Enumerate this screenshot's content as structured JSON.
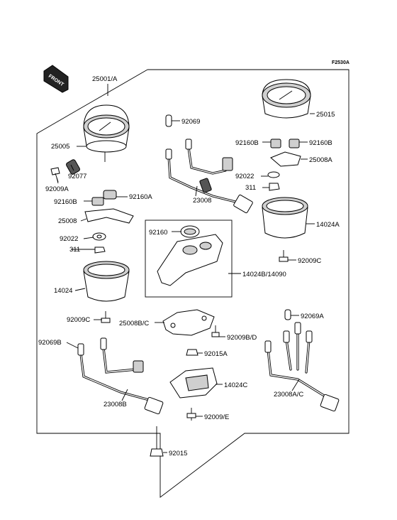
{
  "figure_id": "F2530A",
  "front_arrow": "FRONT",
  "labels": {
    "l25001A": "25001/A",
    "l25005": "25005",
    "l92077": "92077",
    "l92009A": "92009A",
    "l92160B_left": "92160B",
    "l92160A": "92160A",
    "l25008": "25008",
    "l92022_left": "92022",
    "l311_left": "311",
    "l14024": "14024",
    "l92009C_left": "92009C",
    "l92069B": "92069B",
    "l23008B": "23008B",
    "l92069": "92069",
    "l23008": "23008",
    "l92160": "92160",
    "l14024B14090": "14024B/14090",
    "l25008BC": "25008B/C",
    "l92009BD": "92009B/D",
    "l92015A": "92015A",
    "l14024C": "14024C",
    "l92009E": "92009/E",
    "l92015": "92015",
    "l25015": "25015",
    "l92160B_r1": "92160B",
    "l92160B_r2": "92160B",
    "l25008A": "25008A",
    "l92022_right": "92022",
    "l311_right": "311",
    "l14024A": "14024A",
    "l92009C_right": "92009C",
    "l92069A": "92069A",
    "l23008AC": "23008A/C"
  }
}
